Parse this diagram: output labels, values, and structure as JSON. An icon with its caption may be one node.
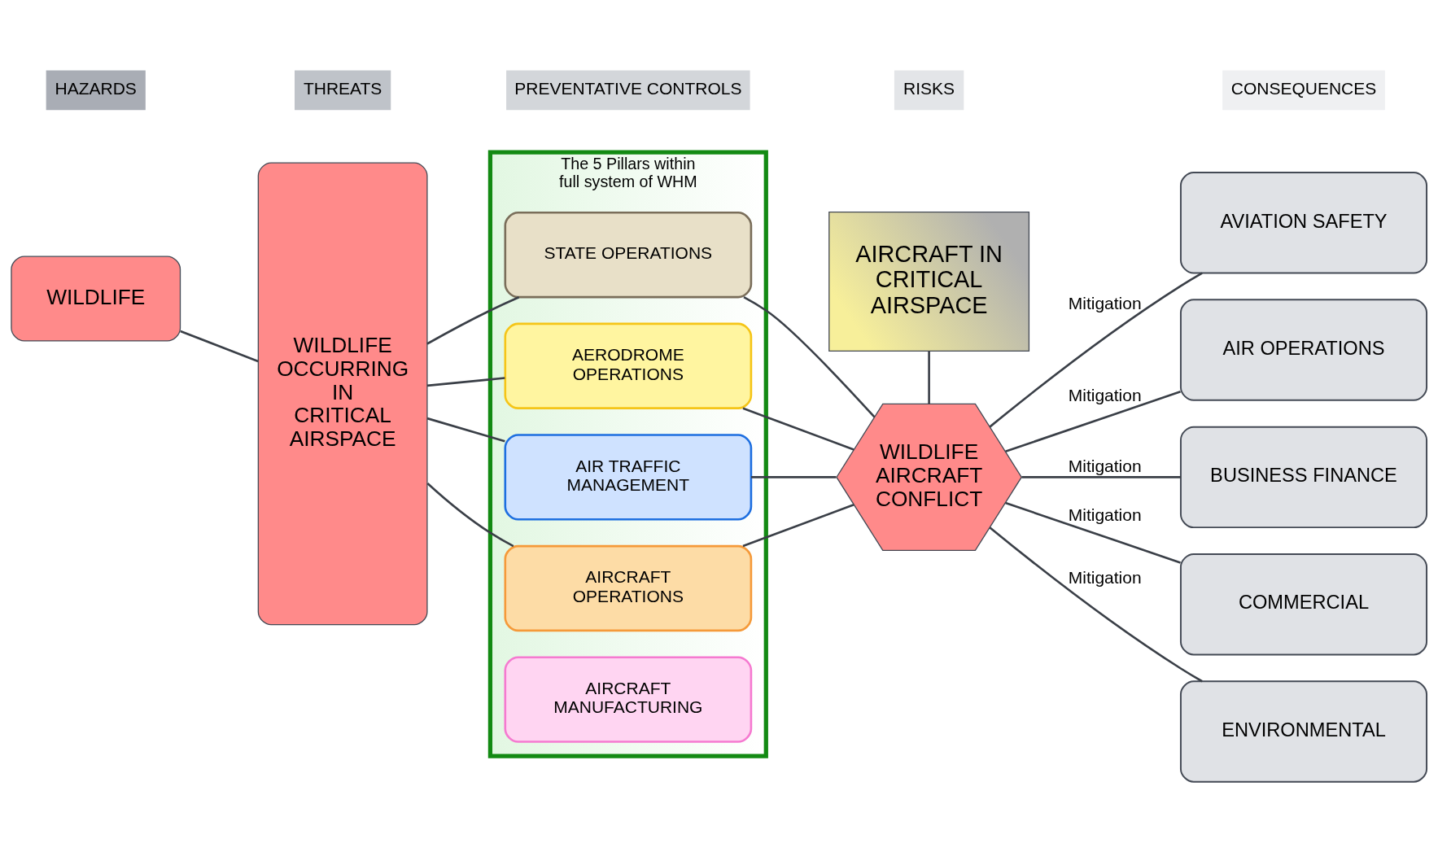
{
  "diagram": {
    "nodes": [
      {
        "text": [
          "HAZARDS"
        ]
      },
      {
        "text": [
          "THREATS"
        ]
      },
      {
        "text": [
          "PREVENTATIVE CONTROLS"
        ]
      },
      {
        "text": [
          "RISKS"
        ]
      },
      {
        "text": [
          "CONSEQUENCES"
        ]
      },
      {
        "text": [
          "WILDLIFE"
        ]
      },
      {
        "text": [
          "WILDLIFE OCCURRING IN CRITICAL AIRSPACE"
        ]
      },
      {
        "text": [
          "The 5 Pillars within full system of WHM"
        ]
      },
      {
        "text": [
          "STATE OPERATIONS"
        ],
        "in": 7
      },
      {
        "text": [
          "AERODROME OPERATIONS"
        ],
        "in": 7
      },
      {
        "text": [
          "AIR TRAFFIC MANAGEMENT"
        ],
        "in": 7
      },
      {
        "text": [
          "AIRCRAFT OPERATIONS"
        ],
        "in": 7
      },
      {
        "text": [
          "AIRCRAFT MANUFACTURING"
        ],
        "in": 7
      },
      {
        "text": [
          "AIRCRAFT IN CRITICAL AIRSPACE"
        ]
      },
      {
        "text": [
          "WILDLIFE AIRCRAFT CONFLICT"
        ]
      },
      {
        "text": [
          "AVIATION SAFETY"
        ]
      },
      {
        "text": [
          "AIR OPERATIONS"
        ]
      },
      {
        "text": [
          "BUSINESS FINANCE"
        ]
      },
      {
        "text": [
          "COMMERCIAL"
        ]
      },
      {
        "text": [
          "ENVIRONMENTAL"
        ]
      }
    ],
    "edges": [
      {
        "from": 5,
        "to": 6,
        "arrow": "none"
      },
      {
        "from": 6,
        "to": 8,
        "arrow": "none"
      },
      {
        "from": 6,
        "to": 9,
        "arrow": "none"
      },
      {
        "from": 6,
        "to": 10,
        "arrow": "none"
      },
      {
        "from": 6,
        "to": 11,
        "arrow": "none"
      },
      {
        "from": 8,
        "to": 14,
        "arrow": "none"
      },
      {
        "from": 9,
        "to": 14,
        "arrow": "none"
      },
      {
        "from": 10,
        "to": 14,
        "arrow": "none"
      },
      {
        "from": 11,
        "to": 14,
        "arrow": "none"
      },
      {
        "from": 13,
        "to": 14,
        "arrow": "none"
      },
      {
        "from": 14,
        "to": 15,
        "label": "Mitigation",
        "arrow": "none"
      },
      {
        "from": 14,
        "to": 16,
        "label": "Mitigation",
        "arrow": "none"
      },
      {
        "from": 14,
        "to": 17,
        "label": "Mitigation",
        "arrow": "none"
      },
      {
        "from": 14,
        "to": 18,
        "label": "Mitigation",
        "arrow": "none"
      },
      {
        "from": 14,
        "to": 19,
        "label": "Mitigation",
        "arrow": "none"
      }
    ]
  }
}
